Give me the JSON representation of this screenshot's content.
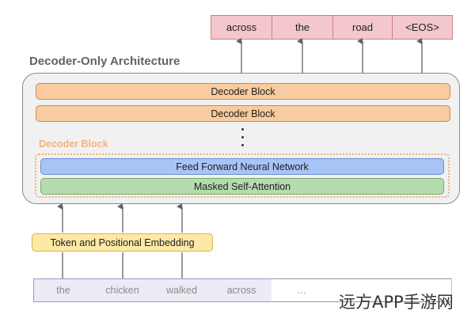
{
  "output_tokens": [
    "across",
    "the",
    "road",
    "<EOS>"
  ],
  "architecture": {
    "title": "Decoder-Only Architecture",
    "decoder_blocks": [
      "Decoder Block",
      "Decoder Block"
    ],
    "inner_block": {
      "label": "Decoder Block",
      "feed_forward": "Feed Forward Neural Network",
      "masked_attention": "Masked Self-Attention"
    }
  },
  "embedding": "Token and Positional Embedding",
  "input_tokens": [
    "the",
    "chicken",
    "walked",
    "across",
    "…",
    "",
    ""
  ],
  "watermark": "远方APP手游网",
  "colors": {
    "output_token": "#f4c7cc",
    "decoder_block": "#f8cba0",
    "feed_forward": "#a8c4f6",
    "masked_attention": "#b4dcae",
    "embedding": "#fde9a6",
    "input_token": "#ececf5"
  }
}
